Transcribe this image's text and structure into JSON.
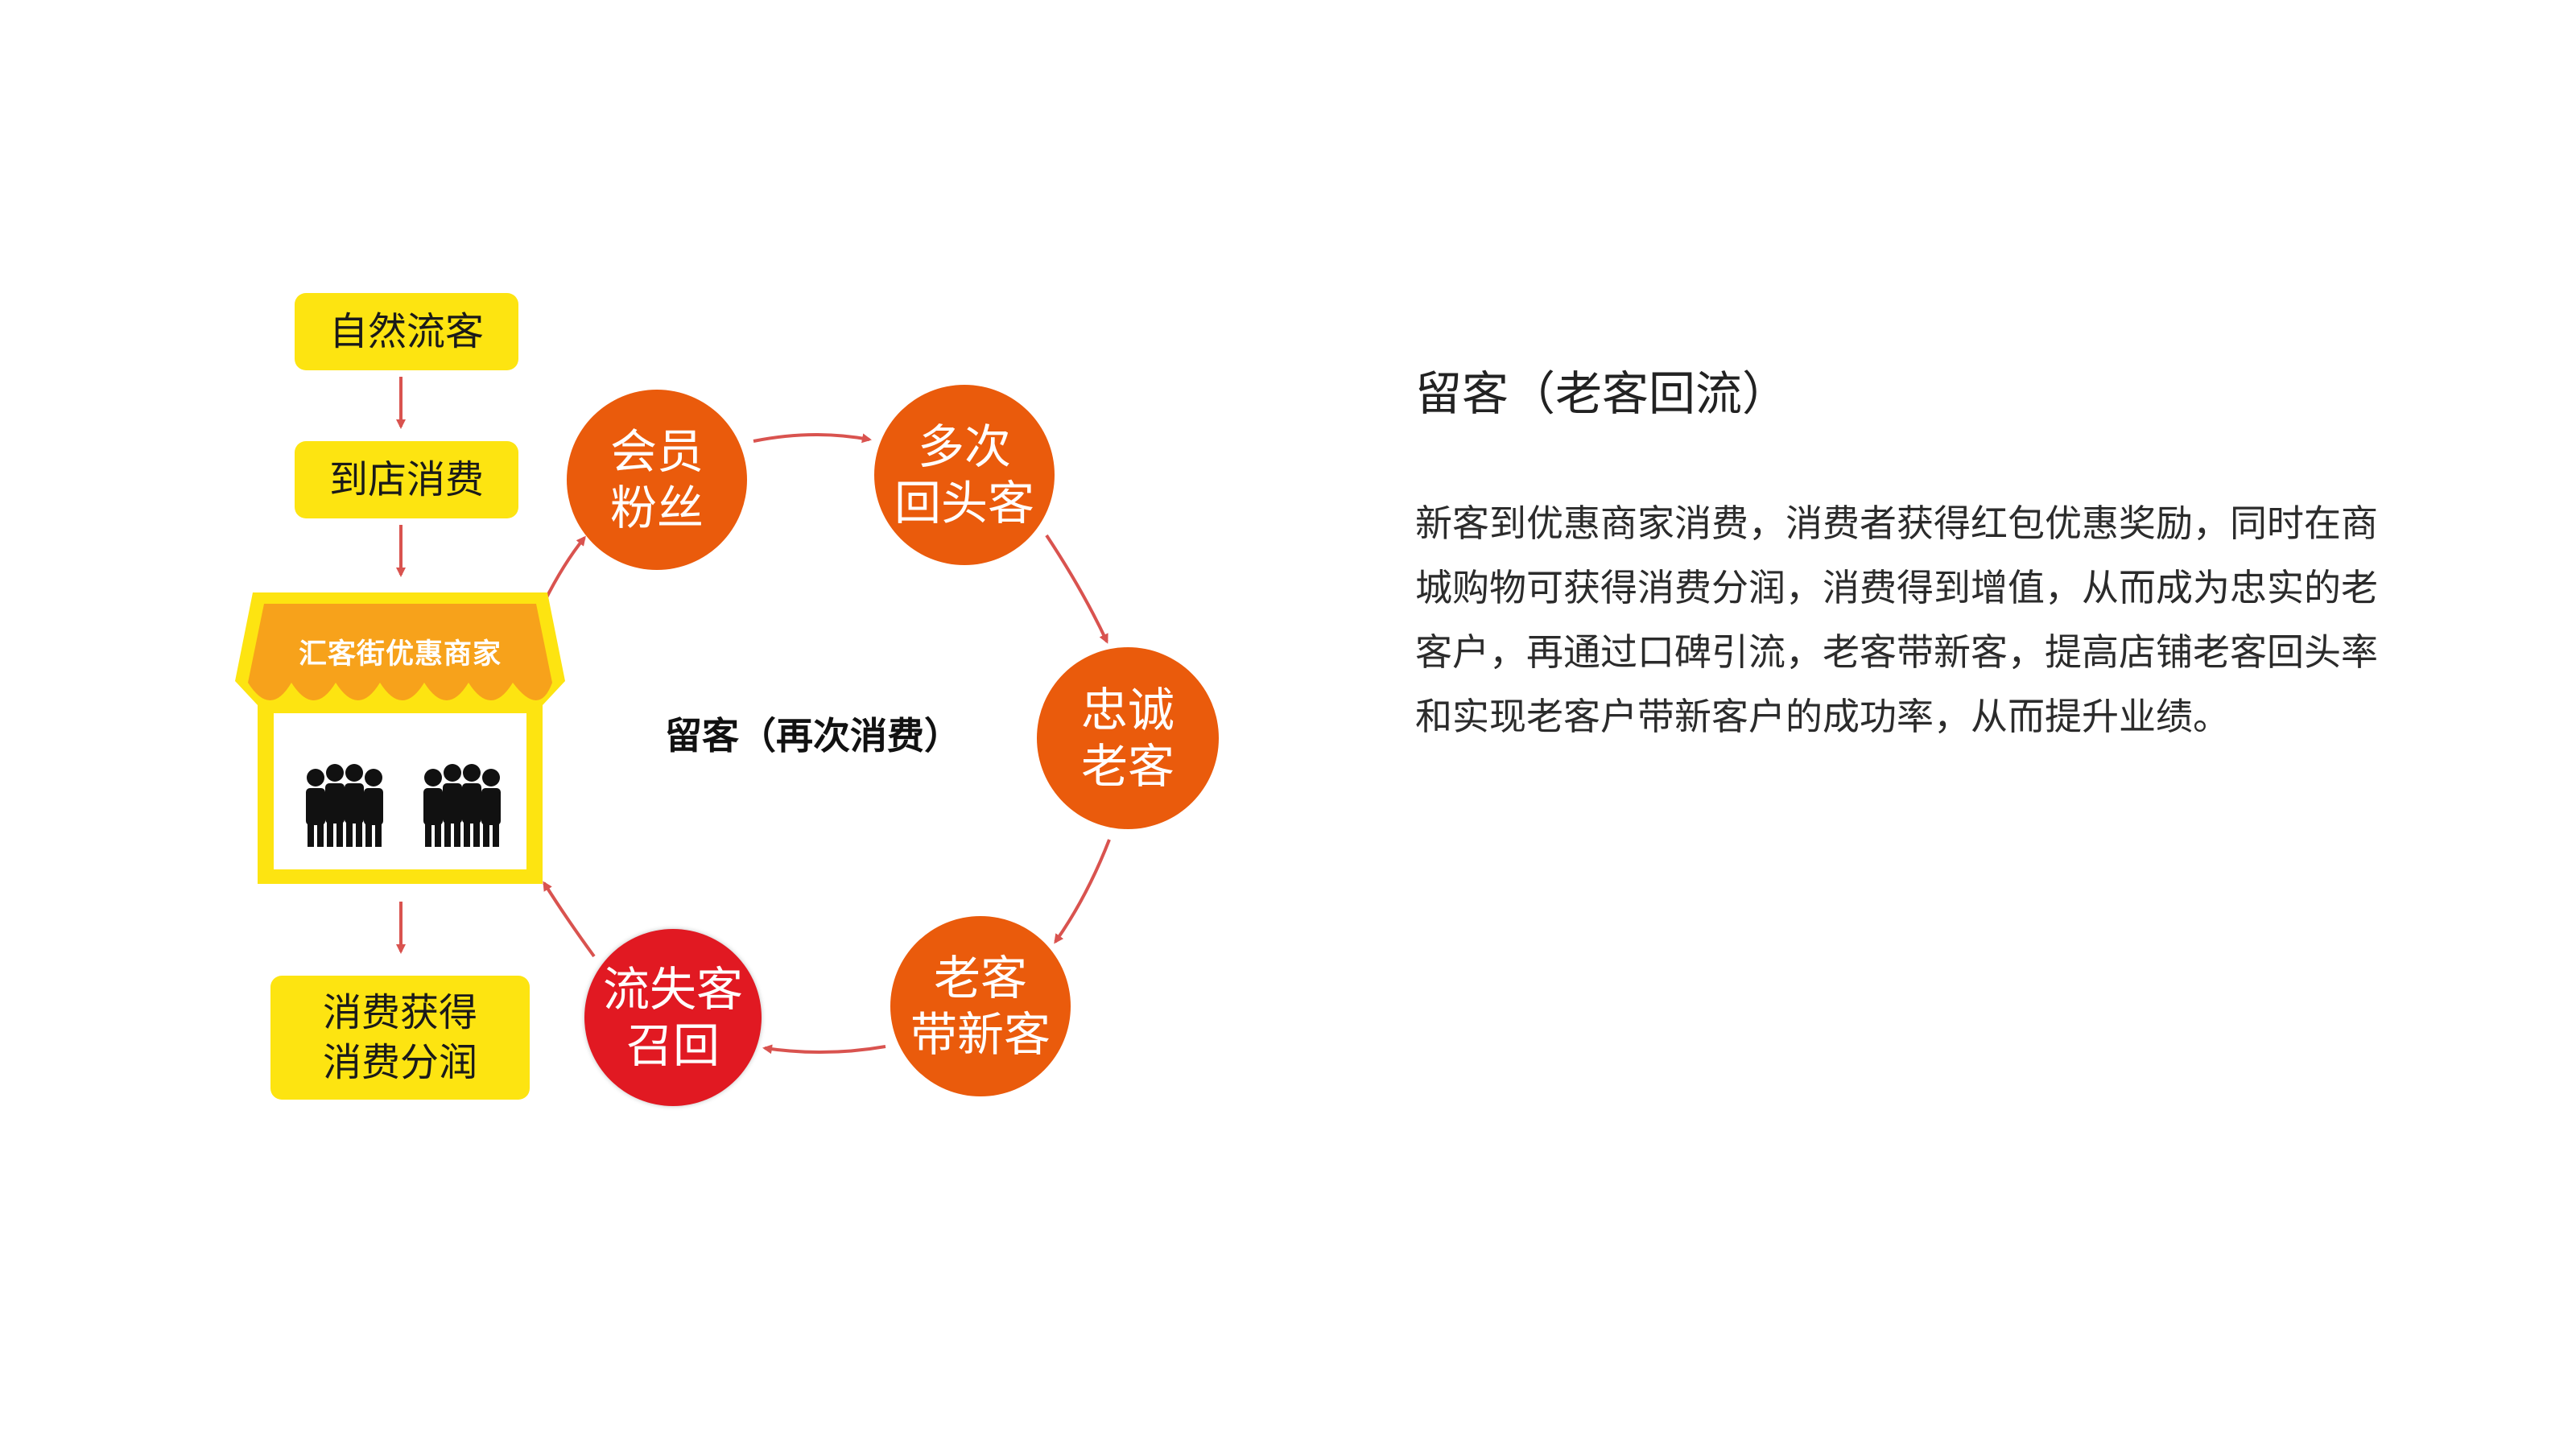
{
  "flow_boxes": {
    "natural": "自然流客",
    "visit": "到店消费",
    "profit_line1": "消费获得",
    "profit_line2": "消费分润"
  },
  "store_sign": "汇客街优惠商家",
  "cycle": {
    "center": "留客（再次消费）",
    "member": [
      "会员",
      "粉丝"
    ],
    "repeat": [
      "多次",
      "回头客"
    ],
    "loyal": [
      "忠诚",
      "老客"
    ],
    "referral": [
      "老客",
      "带新客"
    ],
    "recall": [
      "流失客",
      "召回"
    ]
  },
  "panel": {
    "title": "留客（老客回流）",
    "lines": [
      "新客到优惠商家消费，消费者获得红包优惠奖励，同时在商",
      "城购物可获得消费分润，消费得到增值，从而成为忠实的老",
      "客户，再通过口碑引流，老客带新客，提高店铺老客回头率",
      "和实现老客户带新客户的成功率，从而提升业绩。"
    ]
  },
  "colors": {
    "yellow": "#fde411",
    "orange": "#ea5b0c",
    "red": "#e11922",
    "awning": "#f7a21b",
    "arrow": "#d9534f"
  },
  "icons": [
    "people-group-icon",
    "arrow-icon"
  ]
}
